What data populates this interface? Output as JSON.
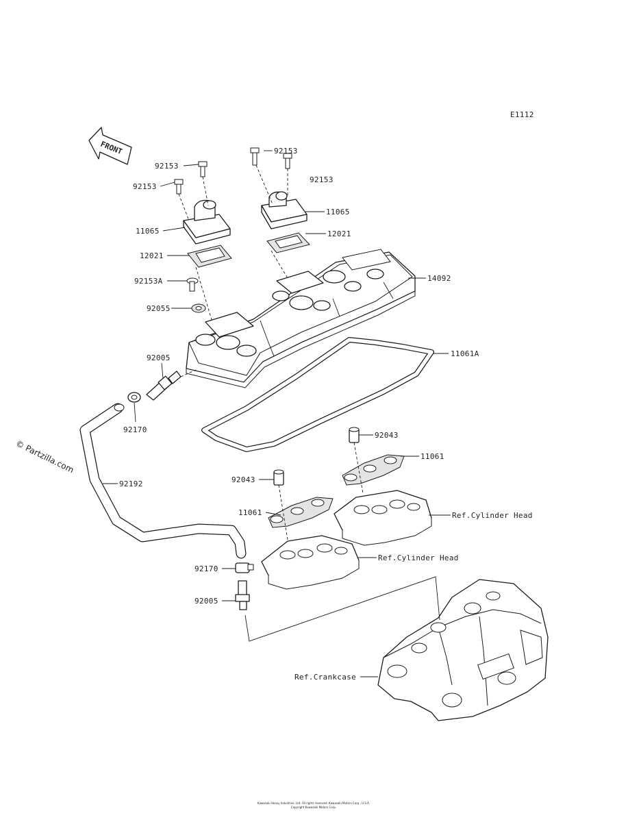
{
  "diagram": {
    "figure_code": "E1112",
    "front_label": "FRONT",
    "watermark": "© Partzilla.com",
    "copyright_line1": "Kawasaki Heavy Industries, Ltd. All rights reserved. Kawasaki Motors Corp., U.S.A.",
    "copyright_line2": "Copyright Kawasaki Motors Corp.",
    "part_labels": [
      "92153",
      "92153",
      "92153",
      "92153",
      "11065",
      "11065",
      "12021",
      "12021",
      "14092",
      "92153A",
      "92055",
      "11061A",
      "92005",
      "92005",
      "92170",
      "92170",
      "92192",
      "92043",
      "92043",
      "11061",
      "11061"
    ],
    "reference_labels": [
      "Ref.Cylinder Head",
      "Ref.Cylinder Head",
      "Ref.Crankcase"
    ]
  }
}
